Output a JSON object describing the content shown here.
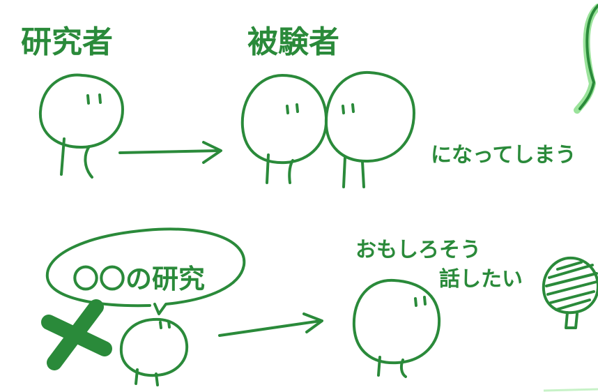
{
  "labels": {
    "researcher": "研究者",
    "subject": "被験者",
    "becomes": "になってしまう",
    "bubble": "〇〇の研究",
    "interesting_1": "おもしろそう",
    "interesting_2": "話したい"
  },
  "colors": {
    "ink": "#2a8a3a",
    "highlight": "#9be39b",
    "background": "#ffffff"
  }
}
